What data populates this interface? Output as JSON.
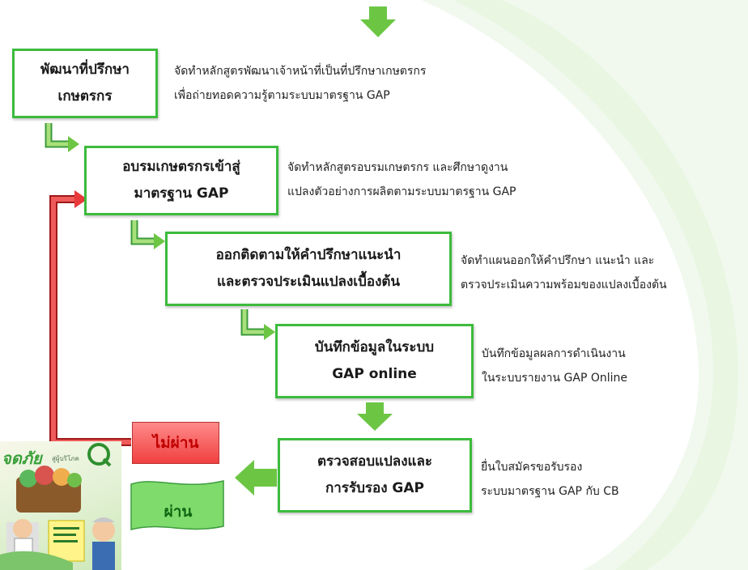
{
  "nodes": {
    "advisor": {
      "line1": "พัฒนาที่ปรึกษา",
      "line2": "เกษตรกร"
    },
    "training": {
      "line1": "อบรมเกษตรกรเข้าสู่",
      "line2": "มาตรฐาน GAP"
    },
    "followup": {
      "line1": "ออกติดตามให้คำปรึกษาแนะนำ",
      "line2": "และตรวจประเมินแปลงเบื้องต้น"
    },
    "record": {
      "line1": "บันทึกข้อมูลในระบบ",
      "line2": "GAP online"
    },
    "inspect": {
      "line1": "ตรวจสอบแปลงและ",
      "line2": "การรับรอง GAP"
    },
    "fail": "ไม่ผ่าน",
    "pass": "ผ่าน"
  },
  "descriptions": {
    "advisor": {
      "line1": "จัดทำหลักสูตรพัฒนาเจ้าหน้าที่เป็นที่ปรึกษาเกษตรกร",
      "line2": "เพื่อถ่ายทอดความรู้ตามระบบมาตรฐาน GAP"
    },
    "training": {
      "line1": "จัดทำหลักสูตรอบรมเกษตรกร และศึกษาดูงาน",
      "line2": "แปลงตัวอย่างการผลิตตามระบบมาตรฐาน GAP"
    },
    "followup": {
      "line1": "จัดทำแผนออกให้คำปรึกษา แนะนำ และ",
      "line2": "ตรวจประเมินความพร้อมของแปลงเบื้องต้น"
    },
    "record": {
      "line1": "บันทึกข้อมูลผลการดำเนินงาน",
      "line2": "ในระบบรายงาน GAP Online"
    },
    "inspect": {
      "line1": "ยื่นใบสมัครขอรับรอง",
      "line2": "ระบบมาตรฐาน GAP กับ CB"
    }
  },
  "colors": {
    "green": "#3dbb3d",
    "arrow_green": "#6cc644",
    "red": "#e83a3a"
  },
  "icons": [
    "down-arrow-icon",
    "elbow-arrow-icon",
    "feedback-arrow-icon",
    "left-arrow-icon"
  ]
}
